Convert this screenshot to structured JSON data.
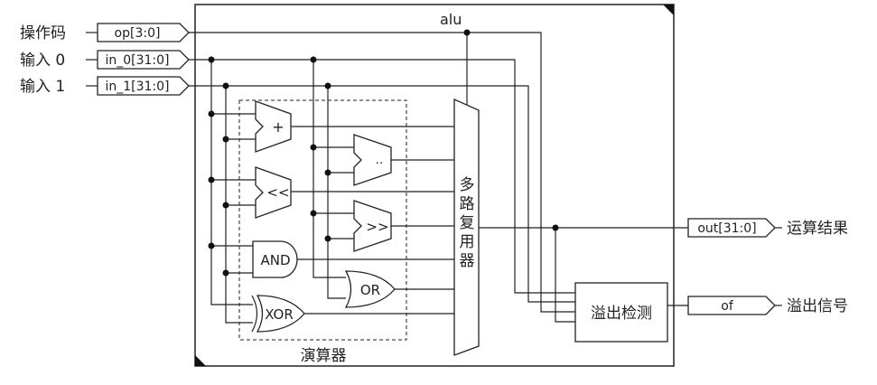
{
  "module": {
    "title": "alu"
  },
  "external_labels": {
    "op": "操作码",
    "in0": "输入 0",
    "in1": "输入 1",
    "out": "运算结果",
    "of": "溢出信号"
  },
  "ports": {
    "op": "op[3:0]",
    "in0": "in_0[31:0]",
    "in1": "in_1[31:0]",
    "out": "out[31:0]",
    "of": "of"
  },
  "units": {
    "add": "+",
    "sub": "‥",
    "shl": "<<",
    "shr": ">>",
    "and": "AND",
    "or": "OR",
    "xor": "XOR"
  },
  "blocks": {
    "mux_chars": [
      "多",
      "路",
      "复",
      "用",
      "器"
    ],
    "overflow": "溢出检测",
    "alu_group": "演算器"
  }
}
